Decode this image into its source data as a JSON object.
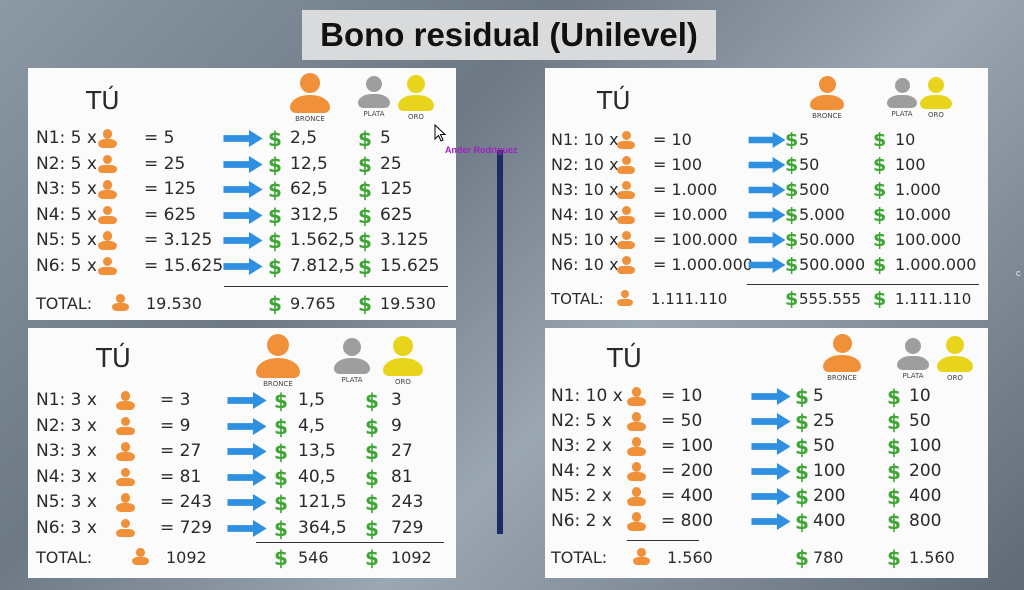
{
  "title": "Bono residual (Unilevel)",
  "watermark": "Ander Rodriguez",
  "colors": {
    "bronce": "#f0913a",
    "plata": "#9e9e9e",
    "oro": "#e8d41a",
    "arrow": "#2f8fe0",
    "dollar": "#3fa535",
    "divider": "#1f2c63"
  },
  "panels": [
    {
      "tu": "TÚ",
      "headers": {
        "bronce": "BRONCE",
        "plata": "PLATA",
        "oro": "ORO"
      },
      "rows": [
        {
          "n": "N1: 5 x",
          "eq": "= 5",
          "b": "2,5",
          "o": "5"
        },
        {
          "n": "N2: 5 x",
          "eq": "= 25",
          "b": "12,5",
          "o": "25"
        },
        {
          "n": "N3: 5 x",
          "eq": "= 125",
          "b": "62,5",
          "o": "125"
        },
        {
          "n": "N4: 5 x",
          "eq": "= 625",
          "b": "312,5",
          "o": "625"
        },
        {
          "n": "N5: 5 x",
          "eq": "= 3.125",
          "b": "1.562,5",
          "o": "3.125"
        },
        {
          "n": "N6: 5 x",
          "eq": "= 15.625",
          "b": "7.812,5",
          "o": "15.625"
        }
      ],
      "total": {
        "label": "TOTAL:",
        "count": "19.530",
        "b": "9.765",
        "o": "19.530"
      }
    },
    {
      "tu": "TÚ",
      "headers": {
        "bronce": "BRONCE",
        "plata": "PLATA",
        "oro": "ORO"
      },
      "rows": [
        {
          "n": "N1: 10 x",
          "eq": "= 10",
          "b": "5",
          "o": "10"
        },
        {
          "n": "N2: 10 x",
          "eq": "= 100",
          "b": "50",
          "o": "100"
        },
        {
          "n": "N3: 10 x",
          "eq": "= 1.000",
          "b": "500",
          "o": "1.000"
        },
        {
          "n": "N4: 10 x",
          "eq": "= 10.000",
          "b": "5.000",
          "o": "10.000"
        },
        {
          "n": "N5: 10 x",
          "eq": "= 100.000",
          "b": "50.000",
          "o": "100.000"
        },
        {
          "n": "N6: 10 x",
          "eq": "= 1.000.000",
          "b": "500.000",
          "o": "1.000.000"
        }
      ],
      "total": {
        "label": "TOTAL:",
        "count": "1.111.110",
        "b": "555.555",
        "o": "1.111.110"
      }
    },
    {
      "tu": "TÚ",
      "headers": {
        "bronce": "BRONCE",
        "plata": "PLATA",
        "oro": "ORO"
      },
      "rows": [
        {
          "n": "N1: 3 x",
          "eq": "= 3",
          "b": "1,5",
          "o": "3"
        },
        {
          "n": "N2: 3 x",
          "eq": "= 9",
          "b": "4,5",
          "o": "9"
        },
        {
          "n": "N3: 3 x",
          "eq": "= 27",
          "b": "13,5",
          "o": "27"
        },
        {
          "n": "N4: 3 x",
          "eq": "= 81",
          "b": "40,5",
          "o": "81"
        },
        {
          "n": "N5: 3 x",
          "eq": "= 243",
          "b": "121,5",
          "o": "243"
        },
        {
          "n": "N6: 3 x",
          "eq": "= 729",
          "b": "364,5",
          "o": "729"
        }
      ],
      "total": {
        "label": "TOTAL:",
        "count": "1092",
        "b": "546",
        "o": "1092"
      }
    },
    {
      "tu": "TÚ",
      "headers": {
        "bronce": "BRONCE",
        "plata": "PLATA",
        "oro": "ORO"
      },
      "rows": [
        {
          "n": "N1: 10 x",
          "eq": "= 10",
          "b": "5",
          "o": "10"
        },
        {
          "n": "N2: 5 x",
          "eq": "= 50",
          "b": "25",
          "o": "50"
        },
        {
          "n": "N3: 2 x",
          "eq": "= 100",
          "b": "50",
          "o": "100"
        },
        {
          "n": "N4: 2 x",
          "eq": "= 200",
          "b": "100",
          "o": "200"
        },
        {
          "n": "N5: 2 x",
          "eq": "= 400",
          "b": "200",
          "o": "400"
        },
        {
          "n": "N6: 2 x",
          "eq": "= 800",
          "b": "400",
          "o": "800"
        }
      ],
      "total": {
        "label": "TOTAL:",
        "count": "1.560",
        "b": "780",
        "o": "1.560"
      }
    }
  ]
}
